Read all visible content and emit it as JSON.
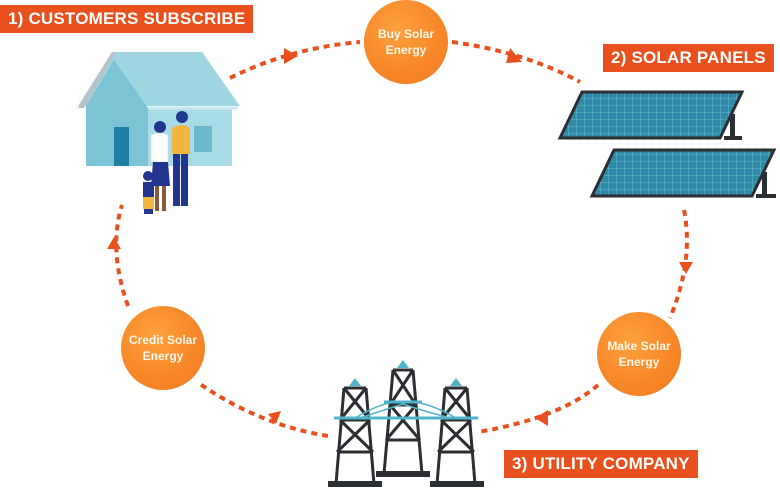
{
  "diagram": {
    "title": "Community solar subscription cycle",
    "colors": {
      "label_bg": "#e8501e",
      "circle": "#f7882a",
      "arrow": "#e8501e",
      "house": "#8fcfdf",
      "panel": "#2f8aa8",
      "tower": "#2b2f33",
      "wire": "#4fb3cc"
    },
    "steps": [
      {
        "id": "customers",
        "label": "1) CUSTOMERS SUBSCRIBE",
        "icon": "house-family-icon"
      },
      {
        "id": "panels",
        "label": "2) SOLAR PANELS",
        "icon": "solar-panels-icon"
      },
      {
        "id": "utility",
        "label": "3) UTILITY COMPANY",
        "icon": "power-towers-icon"
      }
    ],
    "actions": [
      {
        "id": "buy",
        "line1": "Buy Solar",
        "line2": "Energy"
      },
      {
        "id": "make",
        "line1": "Make Solar",
        "line2": "Energy"
      },
      {
        "id": "credit",
        "line1": "Credit Solar",
        "line2": "Energy"
      }
    ]
  }
}
